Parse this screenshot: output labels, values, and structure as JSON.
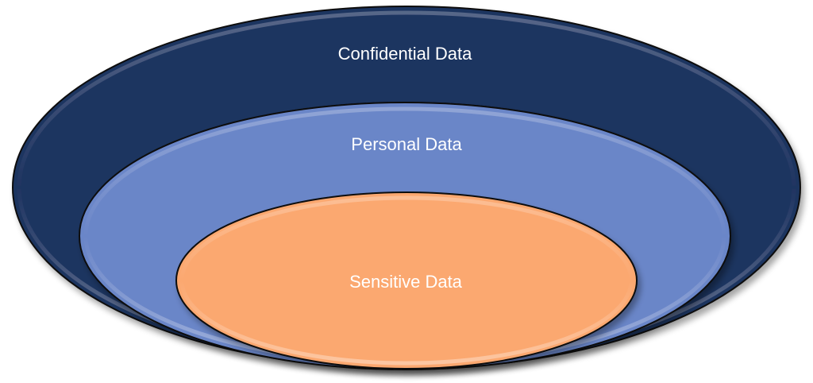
{
  "diagram": {
    "type": "nested-ellipses",
    "layers": [
      {
        "label": "Confidential Data",
        "color": "#1f3461",
        "level": "outer"
      },
      {
        "label": "Personal Data",
        "color": "#6b86c8",
        "level": "middle"
      },
      {
        "label": "Sensitive Data",
        "color": "#fba870",
        "level": "inner"
      }
    ]
  }
}
